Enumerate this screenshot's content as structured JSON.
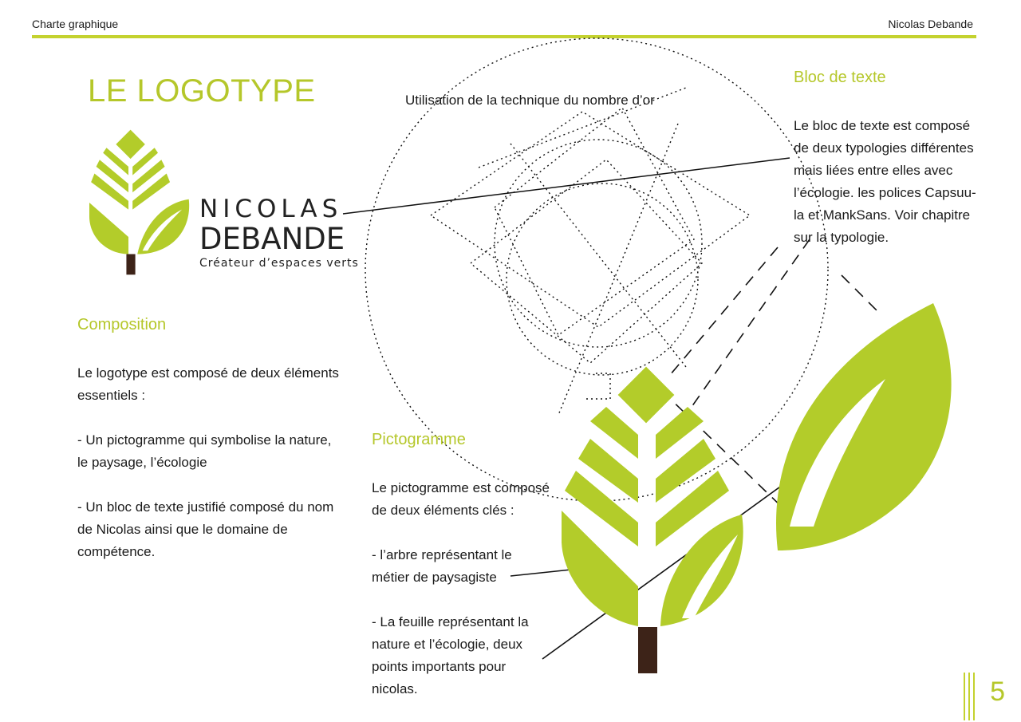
{
  "header": {
    "left": "Charte graphique",
    "right": "Nicolas Debande"
  },
  "page_title": "LE LOGOTYPE",
  "logo": {
    "name_line1": "NICOLAS",
    "name_line2": "DEBANDE",
    "tagline": "Créateur d’espaces verts"
  },
  "golden_label": "Utilisation de la technique du nombre d’or",
  "composition": {
    "title": "Composition",
    "lines": [
      "Le logotype est composé de deux éléments",
      "essentiels :",
      "",
      "- Un pictogramme qui symbolise la nature,",
      "le paysage, l’écologie",
      "",
      "- Un bloc de texte justifié composé du nom",
      "de Nicolas ainsi que le domaine de",
      "compétence."
    ]
  },
  "bloc_texte": {
    "title": "Bloc de texte",
    "lines": [
      "Le bloc de texte est composé",
      "de deux typologies différentes",
      "mais liées entre elles avec",
      "l’écologie.  les polices Capsuu-",
      "la et MankSans. Voir chapitre",
      "sur la typologie."
    ]
  },
  "pictogramme": {
    "title": "Pictogramme",
    "lines": [
      "Le pictogramme est composé",
      "de deux éléments clés :",
      "",
      "- l’arbre représentant le",
      "métier de paysagiste",
      "",
      "- La feuille représentant la",
      "nature et l’écologie, deux",
      "points importants pour",
      "nicolas."
    ]
  },
  "page_number": "5",
  "colors": {
    "accent": "#b5c72a",
    "leaf": "#b3cc2a",
    "trunk": "#3d2318",
    "text": "#1a1a1a"
  }
}
